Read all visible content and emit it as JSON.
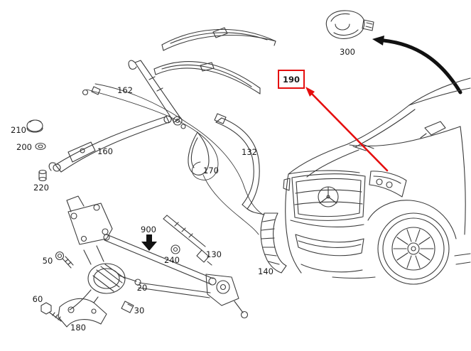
{
  "diagram": {
    "description": "Exploded parts diagram of a windshield wiper system with line-art front view of vehicle",
    "highlighted_part": "190",
    "colors": {
      "highlight": "#e50e0e",
      "line": "#3b3b3b",
      "callout_arrow": "#111111"
    },
    "part_labels": {
      "p20": "20",
      "p30": "30",
      "p50": "50",
      "p60": "60",
      "p130": "130",
      "p132": "132",
      "p140": "140",
      "p160": "160",
      "p162": "162",
      "p170": "170",
      "p180": "180",
      "p190": "190",
      "p200": "200",
      "p210": "210",
      "p220": "220",
      "p240": "240",
      "p300": "300",
      "p900": "900"
    }
  }
}
